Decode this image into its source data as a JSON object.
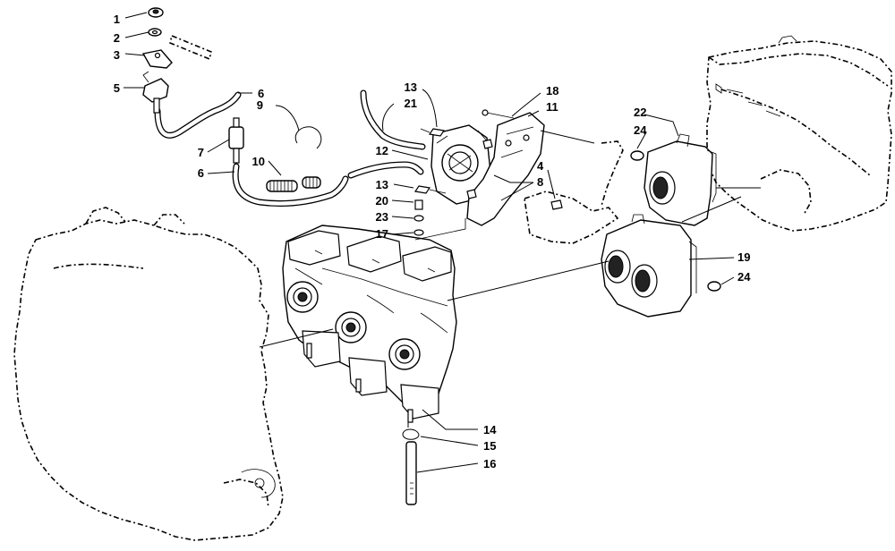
{
  "callouts": [
    {
      "id": "c1",
      "text": "1"
    },
    {
      "id": "c2",
      "text": "2"
    },
    {
      "id": "c3",
      "text": "3"
    },
    {
      "id": "c5",
      "text": "5"
    },
    {
      "id": "c6a",
      "text": "6"
    },
    {
      "id": "c9",
      "text": "9"
    },
    {
      "id": "c7",
      "text": "7"
    },
    {
      "id": "c6b",
      "text": "6"
    },
    {
      "id": "c10",
      "text": "10"
    },
    {
      "id": "c13a",
      "text": "13"
    },
    {
      "id": "c21",
      "text": "21"
    },
    {
      "id": "c12",
      "text": "12"
    },
    {
      "id": "c13b",
      "text": "13"
    },
    {
      "id": "c20",
      "text": "20"
    },
    {
      "id": "c23",
      "text": "23"
    },
    {
      "id": "c17",
      "text": "17"
    },
    {
      "id": "c18",
      "text": "18"
    },
    {
      "id": "c11",
      "text": "11"
    },
    {
      "id": "c4",
      "text": "4"
    },
    {
      "id": "c8",
      "text": "8"
    },
    {
      "id": "c22",
      "text": "22"
    },
    {
      "id": "c24a",
      "text": "24"
    },
    {
      "id": "c19",
      "text": "19"
    },
    {
      "id": "c24b",
      "text": "24"
    },
    {
      "id": "c14",
      "text": "14"
    },
    {
      "id": "c15",
      "text": "15"
    },
    {
      "id": "c16",
      "text": "16"
    }
  ]
}
